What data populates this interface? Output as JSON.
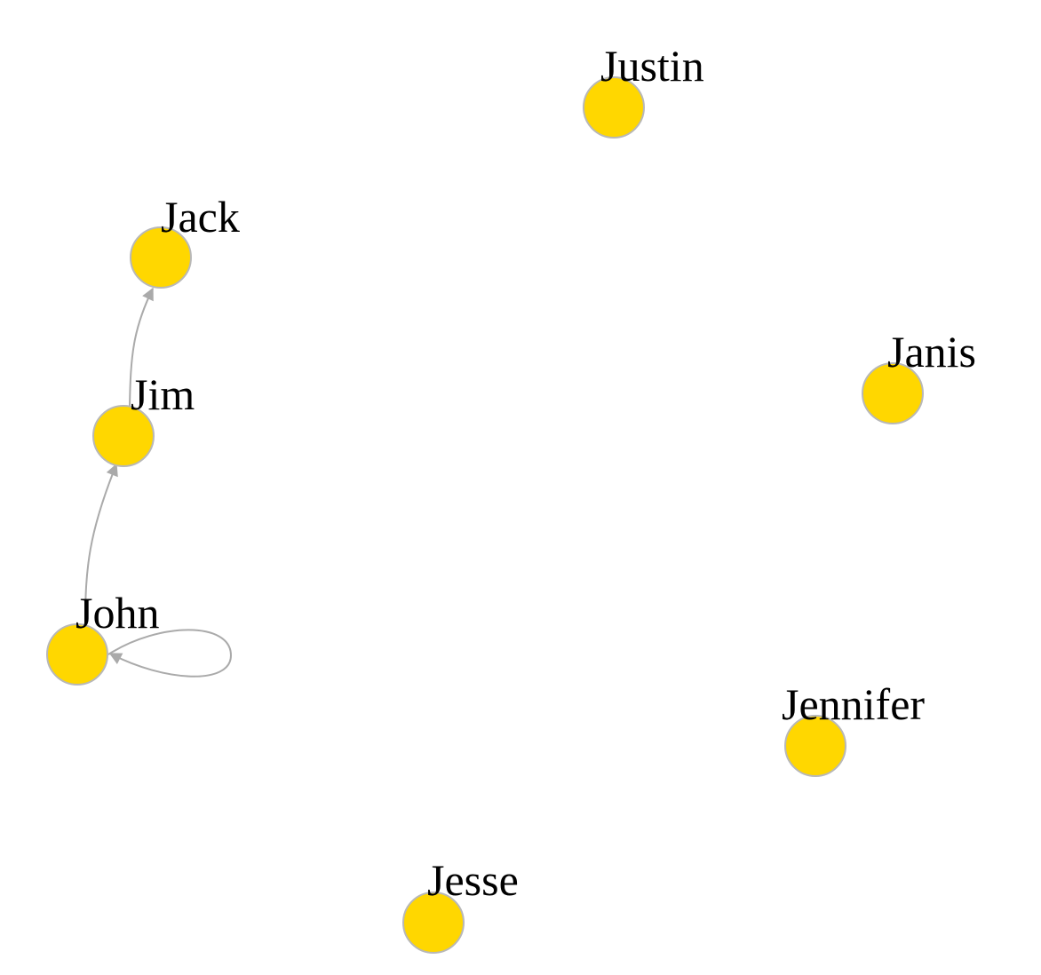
{
  "graph": {
    "directed": true,
    "node_color": "#FFD700",
    "node_border_color": "#B8B8B8",
    "edge_color": "#AAAAAA",
    "nodes": [
      {
        "id": "justin",
        "label": "Justin"
      },
      {
        "id": "jack",
        "label": "Jack"
      },
      {
        "id": "janis",
        "label": "Janis"
      },
      {
        "id": "jim",
        "label": "Jim"
      },
      {
        "id": "john",
        "label": "John"
      },
      {
        "id": "jennifer",
        "label": "Jennifer"
      },
      {
        "id": "jesse",
        "label": "Jesse"
      }
    ],
    "edges": [
      {
        "from": "john",
        "to": "jim"
      },
      {
        "from": "jim",
        "to": "jack"
      },
      {
        "from": "john",
        "to": "john"
      }
    ]
  }
}
